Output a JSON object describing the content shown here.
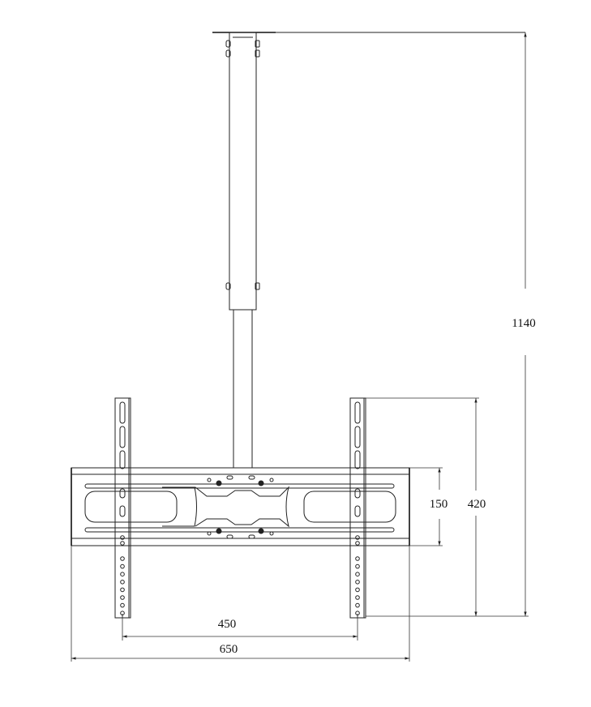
{
  "title": "Ceiling TV mount dimension drawing",
  "dimensions": {
    "total_height": "1140",
    "bracket_height": "420",
    "plate_height": "150",
    "bracket_spacing": "450",
    "plate_width": "650"
  },
  "colors": {
    "line": "#222222",
    "background": "#ffffff"
  }
}
